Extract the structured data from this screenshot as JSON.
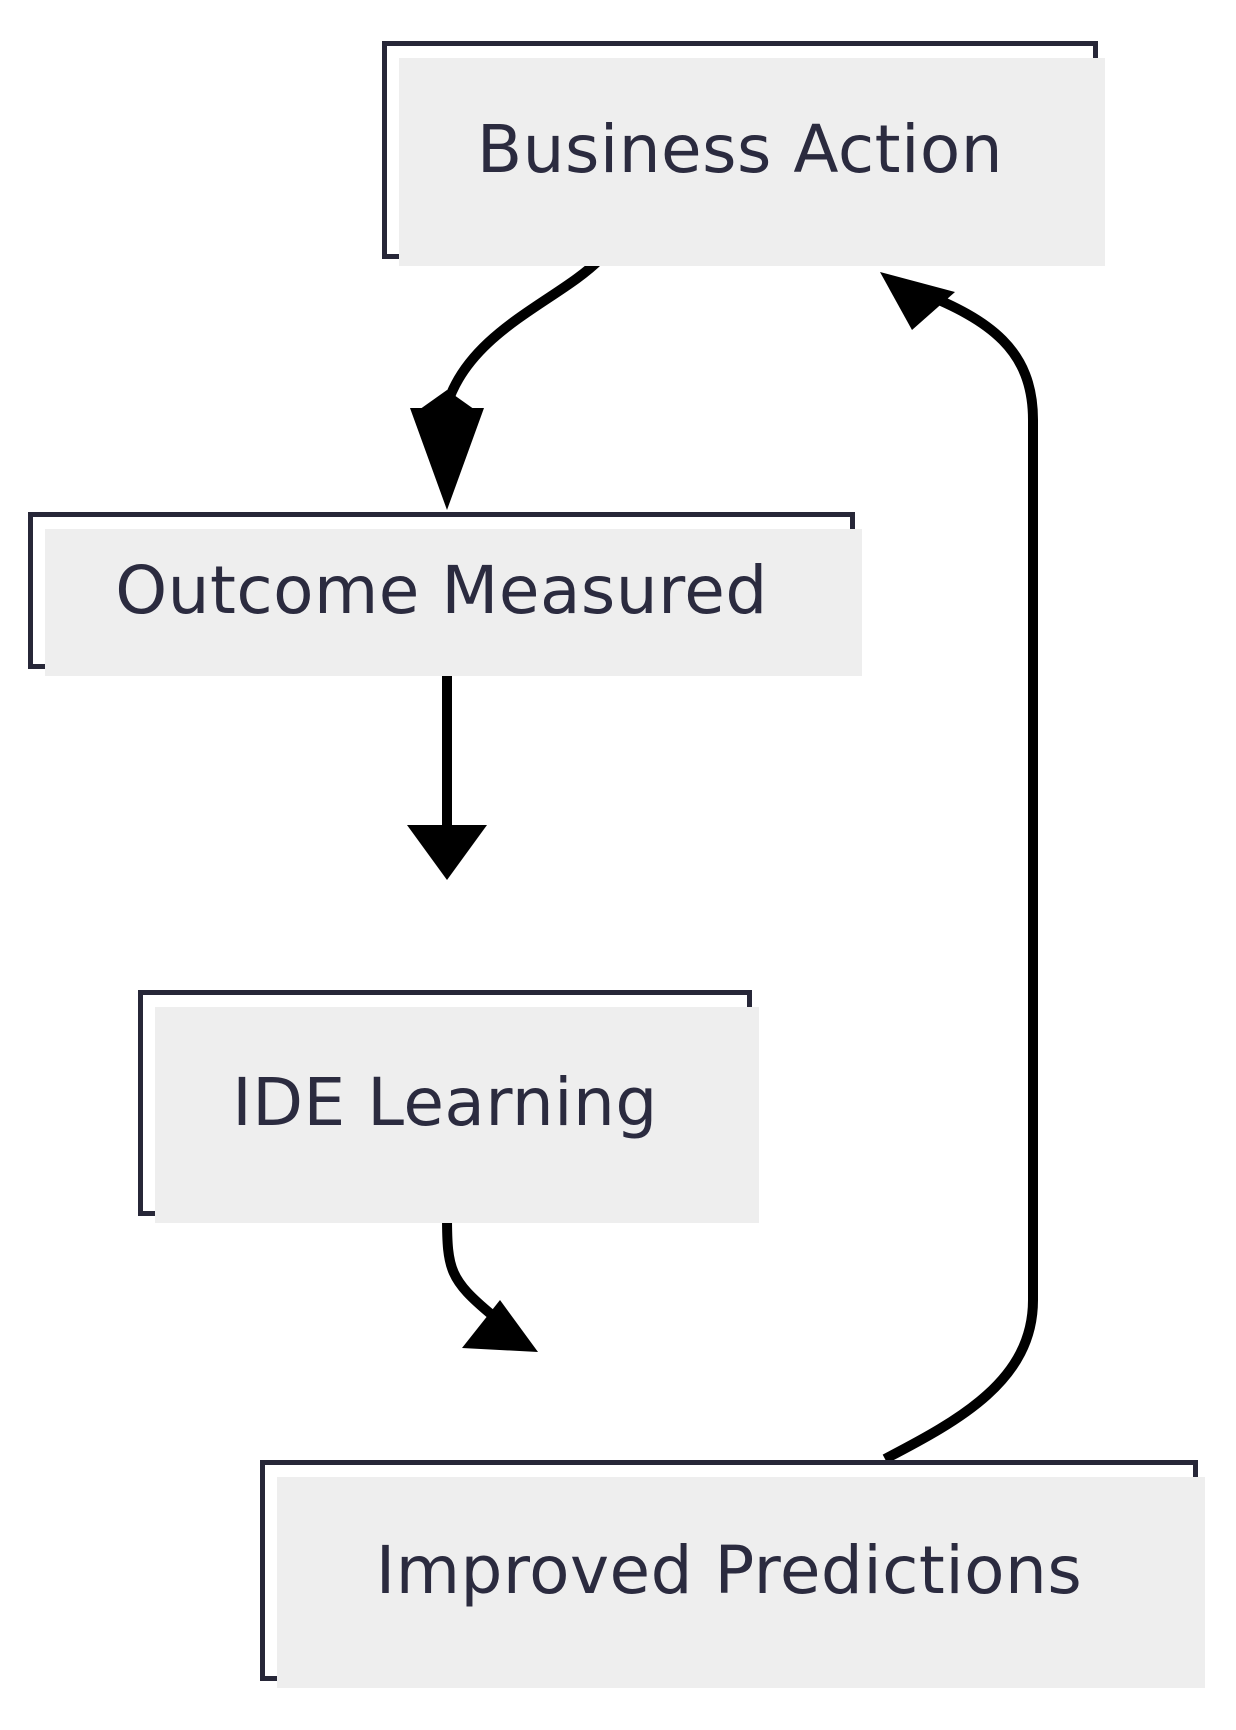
{
  "diagram": {
    "type": "flowchart",
    "orientation": "top-down-with-feedback-loop",
    "background_color": "#ffffff",
    "node_stroke_color": "#272738",
    "node_fill_color": "#ffffff",
    "node_shadow_color": "#eeeeee",
    "edge_color": "#000000",
    "nodes": [
      {
        "id": "business-action",
        "label": "Business Action"
      },
      {
        "id": "outcome-measured",
        "label": "Outcome Measured"
      },
      {
        "id": "ide-learning",
        "label": "IDE Learning"
      },
      {
        "id": "improved-predictions",
        "label": "Improved Predictions"
      }
    ],
    "edges": [
      {
        "id": "edge-1",
        "from": "business-action",
        "to": "outcome-measured",
        "style": "curved",
        "arrowhead": "filled-triangle"
      },
      {
        "id": "edge-2",
        "from": "outcome-measured",
        "to": "ide-learning",
        "style": "straight",
        "arrowhead": "filled-triangle"
      },
      {
        "id": "edge-3",
        "from": "ide-learning",
        "to": "improved-predictions",
        "style": "curved",
        "arrowhead": "filled-triangle"
      },
      {
        "id": "edge-4",
        "from": "improved-predictions",
        "to": "business-action",
        "style": "curved-feedback",
        "arrowhead": "filled-triangle"
      }
    ]
  }
}
